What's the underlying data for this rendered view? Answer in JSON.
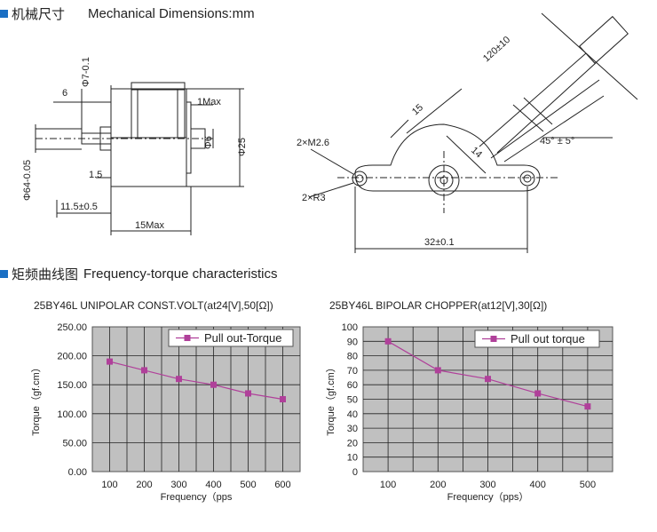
{
  "section_mech": {
    "title_cn": "机械尺寸",
    "title_en": "Mechanical Dimensions:mm"
  },
  "section_freq": {
    "title_cn": "矩频曲线图",
    "title_en": "Frequency-torque characteristics"
  },
  "colors": {
    "accent": "#1a6fc4",
    "series": "#b0409a",
    "plot_bg": "#c0c0c0"
  },
  "drawing_side": {
    "dims": {
      "d1": "6",
      "d2": "Φ7-0.1",
      "d3": "1Max",
      "d4": "Φ6",
      "d5": "Φ25",
      "d6": "1.5",
      "d7": "Φ64-0.05",
      "d8": "11.5±0.5",
      "d9": "15Max"
    }
  },
  "drawing_front": {
    "dims": {
      "d1": "120±10",
      "d2": "15",
      "d3": "2×M2.6",
      "d4": "14",
      "d5": "45° ± 5°",
      "d6": "2×R3",
      "d7": "32±0.1"
    }
  },
  "chart_data": [
    {
      "type": "line",
      "title": "25BY46L UNIPOLAR CONST.VOLT(at24[V],50[Ω])",
      "xlabel": "Frequency（pps",
      "ylabel": "Torque（gf.cm）",
      "x": [
        100,
        200,
        300,
        400,
        500,
        600
      ],
      "x_ticks": [
        "100",
        "200",
        "300",
        "400",
        "500",
        "600"
      ],
      "y_ticks": [
        "0.00",
        "50.00",
        "100.00",
        "150.00",
        "200.00",
        "250.00"
      ],
      "ylim": [
        0,
        250
      ],
      "grid": true,
      "legend": "top-right",
      "series": [
        {
          "name": "Pull out-Torque",
          "values": [
            190,
            175,
            160,
            150,
            135,
            125
          ]
        }
      ]
    },
    {
      "type": "line",
      "title": "25BY46L BIPOLAR CHOPPER(at12[V],30[Ω])",
      "xlabel": "Frequency（pps）",
      "ylabel": "Torque（gf.cm）",
      "x": [
        100,
        200,
        300,
        400,
        500
      ],
      "x_ticks": [
        "100",
        "200",
        "300",
        "400",
        "500"
      ],
      "y_ticks": [
        "0",
        "10",
        "20",
        "30",
        "40",
        "50",
        "60",
        "70",
        "80",
        "90",
        "100"
      ],
      "ylim": [
        0,
        100
      ],
      "grid": true,
      "legend": "top-right",
      "series": [
        {
          "name": "Pull out torque",
          "values": [
            90,
            70,
            64,
            54,
            45
          ]
        }
      ]
    }
  ]
}
